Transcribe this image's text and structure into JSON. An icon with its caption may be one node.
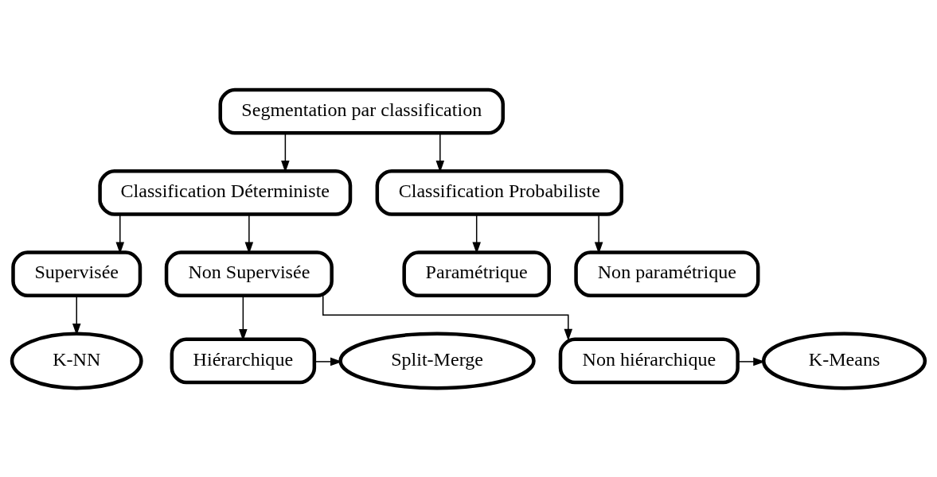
{
  "diagram": {
    "nodes": [
      {
        "text": [
          "Segmentation par classification"
        ]
      },
      {
        "text": [
          "Classification Déterministe"
        ]
      },
      {
        "text": [
          "Classification Probabiliste"
        ]
      },
      {
        "text": [
          "Supervisée"
        ]
      },
      {
        "text": [
          "Non Supervisée"
        ]
      },
      {
        "text": [
          "Paramétrique"
        ]
      },
      {
        "text": [
          "Non paramétrique"
        ]
      },
      {
        "text": [
          "K-NN"
        ]
      },
      {
        "text": [
          "Hiérarchique"
        ]
      },
      {
        "text": [
          "Split-Merge"
        ]
      },
      {
        "text": [
          "Non hiérarchique"
        ]
      },
      {
        "text": [
          "K-Means"
        ]
      }
    ],
    "edges": [
      {
        "from": 0,
        "to": 1,
        "arrow": "to"
      },
      {
        "from": 0,
        "to": 2,
        "arrow": "to"
      },
      {
        "from": 1,
        "to": 3,
        "arrow": "to"
      },
      {
        "from": 1,
        "to": 4,
        "arrow": "to"
      },
      {
        "from": 2,
        "to": 5,
        "arrow": "to"
      },
      {
        "from": 2,
        "to": 6,
        "arrow": "to"
      },
      {
        "from": 3,
        "to": 7,
        "arrow": "to"
      },
      {
        "from": 4,
        "to": 8,
        "arrow": "to"
      },
      {
        "from": 4,
        "to": 10,
        "arrow": "to"
      },
      {
        "from": 8,
        "to": 9,
        "arrow": "to"
      },
      {
        "from": 10,
        "to": 11,
        "arrow": "to"
      }
    ]
  }
}
